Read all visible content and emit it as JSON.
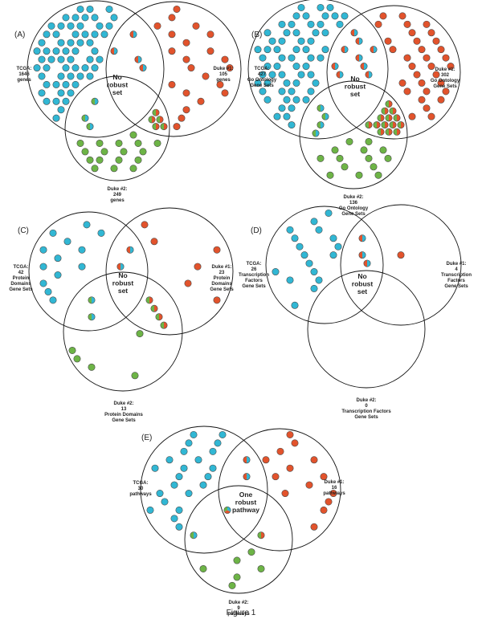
{
  "figure_caption": "Figure 1",
  "colors": {
    "tcga": "#31b7d4",
    "duke1": "#e2532c",
    "duke2": "#6db446",
    "outline": "#111111",
    "dot_stroke": "#4a4a4a"
  },
  "panels": [
    {
      "id": "A",
      "label": "(A)",
      "center_text": [
        "No",
        "robust",
        "set"
      ],
      "set_labels": {
        "tcga": [
          "TCGA:",
          "1646",
          "genes"
        ],
        "duke1": [
          "Duke #1:",
          "105",
          "genes"
        ],
        "duke2": [
          "Duke #2:",
          "249",
          "genes"
        ]
      },
      "dots": {
        "tcga_only": 60,
        "duke1_only": 22,
        "duke2_only": 17,
        "tcga_duke1": 4,
        "tcga_duke2": 3,
        "duke1_duke2": 6,
        "all_three": 0
      }
    },
    {
      "id": "B",
      "label": "(B)",
      "center_text": [
        "No",
        "robust",
        "set"
      ],
      "set_labels": {
        "tcga": [
          "TCGA:",
          "427",
          "Go Ontology",
          "Gene Sets"
        ],
        "duke1": [
          "Duke #1:",
          "302",
          "Go Ontology",
          "Gene Sets"
        ],
        "duke2": [
          "Duke #2:",
          "136",
          "Go Ontology",
          "Gene Sets"
        ]
      },
      "dots": {
        "tcga_only": 60,
        "duke1_only": 32,
        "duke2_only": 14,
        "tcga_duke1": 9,
        "tcga_duke2": 4,
        "duke1_duke2": 16,
        "all_three": 0
      }
    },
    {
      "id": "C",
      "label": "(C)",
      "center_text": [
        "No",
        "robust",
        "set"
      ],
      "set_labels": {
        "tcga": [
          "TCGA:",
          "42",
          "Protein",
          "Domains",
          "Gene Sets"
        ],
        "duke1": [
          "Duke #1:",
          "23",
          "Protein",
          "Domains",
          "Gene Sets"
        ],
        "duke2": [
          "Duke #2:",
          "13",
          "Protein Domains",
          "Gene Sets"
        ]
      },
      "dots": {
        "tcga_only": 13,
        "duke1_only": 6,
        "duke2_only": 5,
        "tcga_duke1": 2,
        "tcga_duke2": 2,
        "duke1_duke2": 4,
        "all_three": 0
      }
    },
    {
      "id": "D",
      "label": "(D)",
      "center_text": [
        "No",
        "robust",
        "set"
      ],
      "set_labels": {
        "tcga": [
          "TCGA:",
          "26",
          "Transcription",
          "Factors",
          "Gene Sets"
        ],
        "duke1": [
          "Duke #1:",
          "4",
          "Transcription",
          "Factors",
          "Gene Sets"
        ],
        "duke2": [
          "Duke #2:",
          "0",
          "Transcription Factors",
          "Gene Sets"
        ]
      },
      "dots": {
        "tcga_only": 17,
        "duke1_only": 1,
        "duke2_only": 0,
        "tcga_duke1": 3,
        "tcga_duke2": 0,
        "duke1_duke2": 0,
        "all_three": 0
      }
    },
    {
      "id": "E",
      "label": "(E)",
      "center_text": [
        "One",
        "robust",
        "pathway"
      ],
      "set_labels": {
        "tcga": [
          "TCGA:",
          "30",
          "pathways"
        ],
        "duke1": [
          "Duke #1:",
          "16",
          "pathways"
        ],
        "duke2": [
          "Duke #2:",
          "9",
          "pathways"
        ]
      },
      "dots": {
        "tcga_only": 22,
        "duke1_only": 14,
        "duke2_only": 6,
        "tcga_duke1": 2,
        "tcga_duke2": 1,
        "duke1_duke2": 1,
        "all_three": 1
      }
    }
  ]
}
